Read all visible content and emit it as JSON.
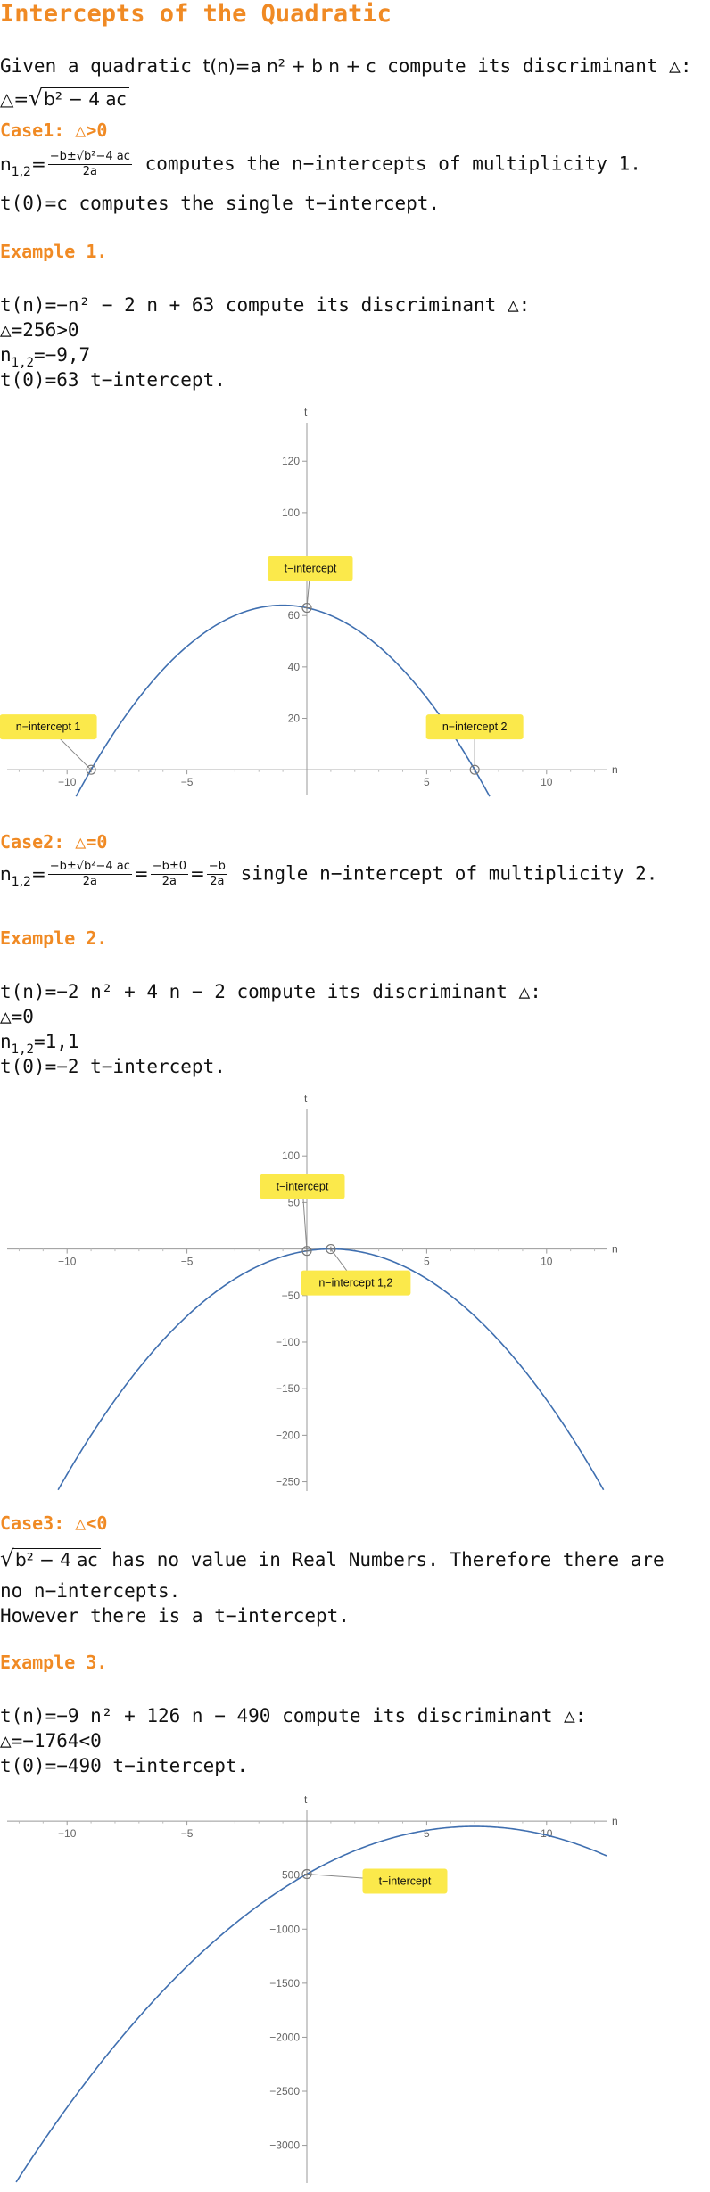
{
  "title": "Intercepts of the Quadratic",
  "intro": {
    "given_text": "Given a quadratic",
    "quadratic": "t(n)=a n² + b n + c",
    "compute_text": "compute its discriminant △:",
    "discriminant_lhs": "△=",
    "discriminant_radicand": "b² − 4 ac"
  },
  "case1": {
    "heading": "Case1: △>0",
    "formula_lhs": "n",
    "formula_sub": "1,2",
    "formula_num": "−b±√b²−4 ac",
    "formula_den": "2a",
    "formula_text": "computes the n−intercepts of multiplicity 1.",
    "t0_text": "t(0)=c computes the single t−intercept."
  },
  "example1": {
    "heading": "Example 1.",
    "line1": "t(n)=−n² − 2 n + 63 compute its discriminant △:",
    "line2": "△=256>0",
    "line3_lhs": "n",
    "line3_sub": "1,2",
    "line3_rhs": "=−9,7",
    "line4": "t(0)=63  t−intercept."
  },
  "case2": {
    "heading": "Case2: △=0",
    "formula_num1": "−b±√b²−4 ac",
    "formula_den1": "2a",
    "formula_num2": "−b±0",
    "formula_den2": "2a",
    "formula_num3": "−b",
    "formula_den3": "2a",
    "formula_text": "single n−intercept of multiplicity 2."
  },
  "example2": {
    "heading": "Example 2.",
    "line1": "t(n)=−2 n² + 4 n − 2 compute its discriminant △:",
    "line2": "△=0",
    "line3_rhs": "=1,1",
    "line4": "t(0)=−2  t−intercept."
  },
  "case3": {
    "heading": "Case3: △<0",
    "radicand": "b² − 4 ac",
    "text1": "has no value in Real Numbers. Therefore there are",
    "text2": "no n−intercepts.",
    "text3": "However there is a t−intercept."
  },
  "example3": {
    "heading": "Example 3.",
    "line1": "t(n)=−9 n² + 126 n − 490 compute its discriminant △:",
    "line2": "△=−1764<0",
    "line3": "t(0)=−490 t−intercept."
  },
  "chart_data": [
    {
      "type": "line",
      "function": "t(n) = -n^2 - 2n + 63",
      "coefficients": {
        "a": -1,
        "b": -2,
        "c": 63
      },
      "xlabel": "n",
      "ylabel": "t",
      "xlim": [
        -12.5,
        12.5
      ],
      "ylim": [
        -10,
        135
      ],
      "xticks": [
        -10,
        -5,
        5,
        10
      ],
      "yticks": [
        20,
        40,
        60,
        80,
        100,
        120
      ],
      "line_color": "#3f6fb0",
      "points": [
        {
          "n": -9,
          "t": 0,
          "label": "n−intercept 1"
        },
        {
          "n": 0,
          "t": 63,
          "label": "t−intercept"
        },
        {
          "n": 7,
          "t": 0,
          "label": "n−intercept 2"
        }
      ]
    },
    {
      "type": "line",
      "function": "t(n) = -2n^2 + 4n - 2",
      "coefficients": {
        "a": -2,
        "b": 4,
        "c": -2
      },
      "xlabel": "n",
      "ylabel": "t",
      "xlim": [
        -12.5,
        12.5
      ],
      "ylim": [
        -260,
        150
      ],
      "xticks": [
        -10,
        -5,
        5,
        10
      ],
      "yticks": [
        -250,
        -200,
        -150,
        -100,
        -50,
        50,
        100
      ],
      "line_color": "#3f6fb0",
      "points": [
        {
          "n": 0,
          "t": -2,
          "label": "t−intercept"
        },
        {
          "n": 1,
          "t": 0,
          "label": "n−intercept 1,2"
        }
      ]
    },
    {
      "type": "line",
      "function": "t(n) = -9n^2 + 126n - 490",
      "coefficients": {
        "a": -9,
        "b": 126,
        "c": -490
      },
      "xlabel": "n",
      "ylabel": "t",
      "xlim": [
        -12.5,
        12.5
      ],
      "ylim": [
        -3350,
        100
      ],
      "xticks": [
        -10,
        -5,
        5,
        10
      ],
      "yticks": [
        -3000,
        -2500,
        -2000,
        -1500,
        -1000,
        -500
      ],
      "line_color": "#3f6fb0",
      "points": [
        {
          "n": 0,
          "t": -490,
          "label": "t−intercept"
        }
      ]
    }
  ]
}
